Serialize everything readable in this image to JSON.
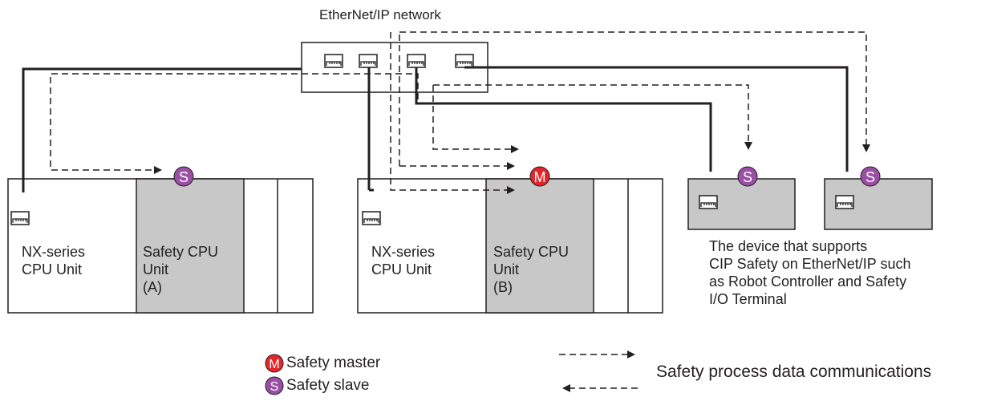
{
  "network_label": "EtherNet/IP network",
  "badges": {
    "slave": "S",
    "master": "M"
  },
  "colors": {
    "slave": "#9b4fa4",
    "master": "#e4262b",
    "unit_fill": "#c8c8c8"
  },
  "left_rack": {
    "cpu_label": "NX-series\nCPU Unit",
    "safety_label": "Safety CPU\nUnit\n(A)"
  },
  "middle_rack": {
    "cpu_label": "NX-series\nCPU Unit",
    "safety_label": "Safety CPU\nUnit\n(B)"
  },
  "device_caption": "The device that supports\nCIP Safety on EtherNet/IP such\nas Robot Controller and Safety\nI/O Terminal",
  "legend": {
    "master": "Safety master",
    "slave": "Safety slave",
    "communications": "Safety process data communications"
  }
}
